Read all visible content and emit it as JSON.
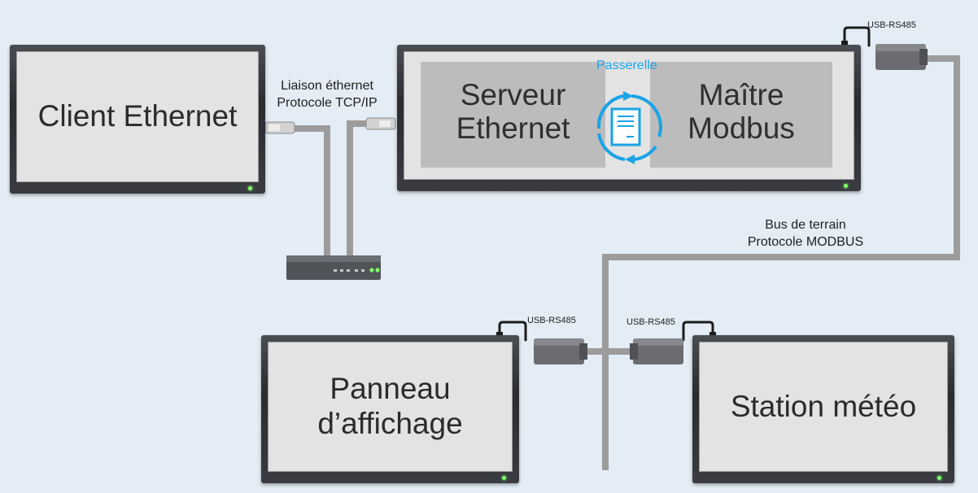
{
  "nodes": {
    "client": {
      "title": "Client Ethernet"
    },
    "gateway": {
      "label": "Passerelle",
      "left_lines": [
        "Serveur",
        "Ethernet"
      ],
      "right_lines": [
        "Maître",
        "Modbus"
      ]
    },
    "panneau": {
      "lines": [
        "Panneau",
        "d’affichage"
      ]
    },
    "station": {
      "title": "Station météo"
    }
  },
  "links": {
    "ethernet": {
      "line1": "Liaison éthernet",
      "line2": "Protocole TCP/IP"
    },
    "bus": {
      "line1": "Bus de terrain",
      "line2": "Protocole MODBUS"
    }
  },
  "adapters": {
    "top": "USB-RS485",
    "left": "USB-RS485",
    "right": "USB-RS485"
  },
  "colors": {
    "background": "#e4edf5",
    "screen": "#e3e3e3",
    "cable": "#9c9c9c",
    "accent": "#1aa3e6",
    "led": "#7dff6a"
  }
}
